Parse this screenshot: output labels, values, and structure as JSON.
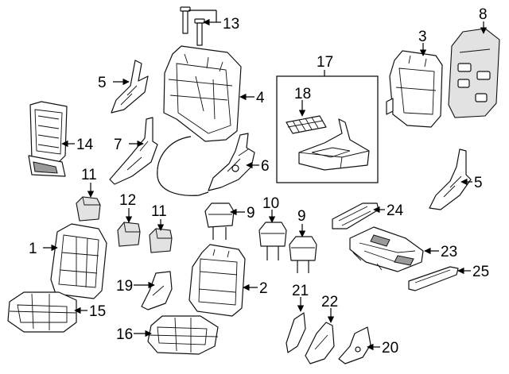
{
  "callouts": {
    "c1": "1",
    "c2": "2",
    "c3": "3",
    "c4": "4",
    "c5a": "5",
    "c5b": "5",
    "c6": "6",
    "c7": "7",
    "c8": "8",
    "c9a": "9",
    "c9b": "9",
    "c10": "10",
    "c11a": "11",
    "c11b": "11",
    "c12": "12",
    "c13": "13",
    "c14": "14",
    "c15": "15",
    "c16": "16",
    "c17": "17",
    "c18": "18",
    "c19": "19",
    "c20": "20",
    "c21": "21",
    "c22": "22",
    "c23": "23",
    "c24": "24",
    "c25": "25"
  }
}
